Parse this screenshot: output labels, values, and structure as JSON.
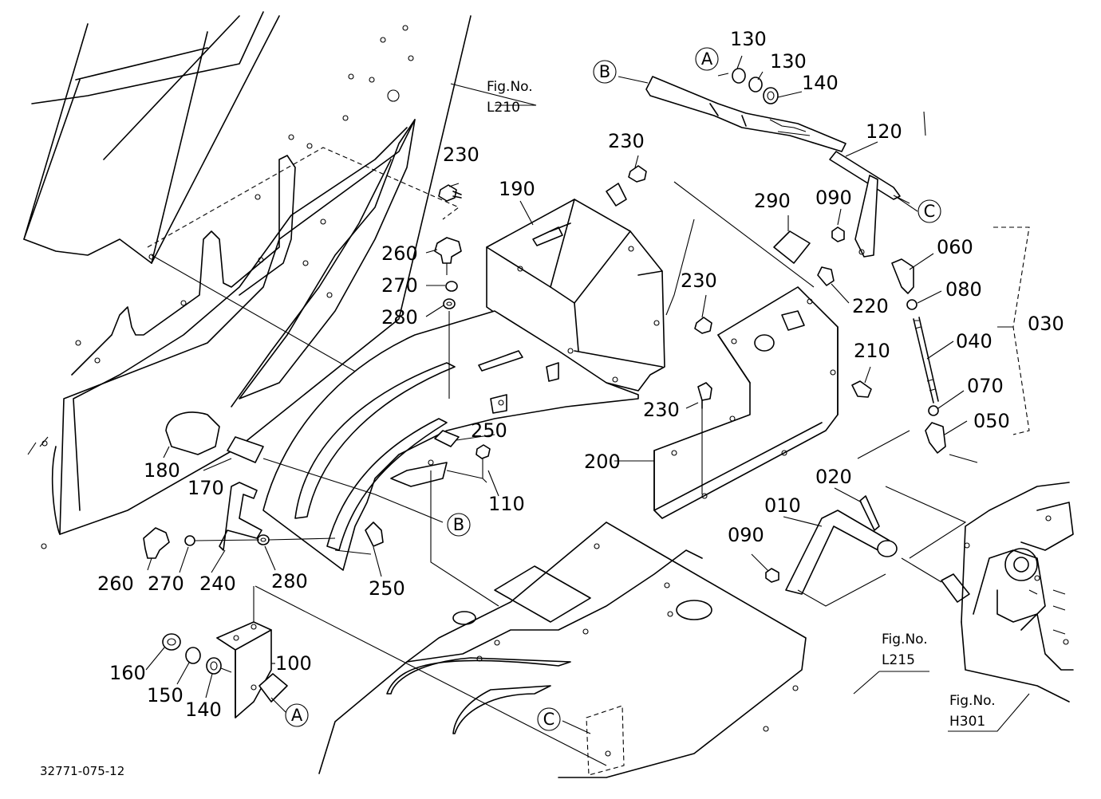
{
  "parts": [
    {
      "key": "p230a",
      "text": "230"
    },
    {
      "key": "p190",
      "text": "190"
    },
    {
      "key": "p230b",
      "text": "230"
    },
    {
      "key": "p260a",
      "text": "260"
    },
    {
      "key": "p270a",
      "text": "270"
    },
    {
      "key": "p280a",
      "text": "280"
    },
    {
      "key": "p130a",
      "text": "130"
    },
    {
      "key": "p130b",
      "text": "130"
    },
    {
      "key": "p140a",
      "text": "140"
    },
    {
      "key": "p120",
      "text": "120"
    },
    {
      "key": "p290",
      "text": "290"
    },
    {
      "key": "p090a",
      "text": "090"
    },
    {
      "key": "p060",
      "text": "060"
    },
    {
      "key": "p230c",
      "text": "230"
    },
    {
      "key": "p220",
      "text": "220"
    },
    {
      "key": "p080",
      "text": "080"
    },
    {
      "key": "p030",
      "text": "030"
    },
    {
      "key": "p040",
      "text": "040"
    },
    {
      "key": "p210",
      "text": "210"
    },
    {
      "key": "p070",
      "text": "070"
    },
    {
      "key": "p230d",
      "text": "230"
    },
    {
      "key": "p050",
      "text": "050"
    },
    {
      "key": "p250a",
      "text": "250"
    },
    {
      "key": "p180",
      "text": "180"
    },
    {
      "key": "p170",
      "text": "170"
    },
    {
      "key": "p200",
      "text": "200"
    },
    {
      "key": "p110",
      "text": "110"
    },
    {
      "key": "p020",
      "text": "020"
    },
    {
      "key": "p010",
      "text": "010"
    },
    {
      "key": "p090b",
      "text": "090"
    },
    {
      "key": "p260b",
      "text": "260"
    },
    {
      "key": "p270b",
      "text": "270"
    },
    {
      "key": "p240",
      "text": "240"
    },
    {
      "key": "p280b",
      "text": "280"
    },
    {
      "key": "p250b",
      "text": "250"
    },
    {
      "key": "p100",
      "text": "100"
    },
    {
      "key": "p160",
      "text": "160"
    },
    {
      "key": "p150",
      "text": "150"
    },
    {
      "key": "p140b",
      "text": "140"
    }
  ],
  "refs": {
    "circle_a_top": "A",
    "circle_a_bottom": "A",
    "circle_b_top": "B",
    "circle_b_mid": "B",
    "circle_c_right": "C",
    "circle_c_bottom": "C"
  },
  "figrefs": {
    "l210_line1": "Fig.No.",
    "l210_line2": "L210",
    "l215_line1": "Fig.No.",
    "l215_line2": "L215",
    "h301_line1": "Fig.No.",
    "h301_line2": "H301"
  },
  "drawing_code": "32771-075-12"
}
